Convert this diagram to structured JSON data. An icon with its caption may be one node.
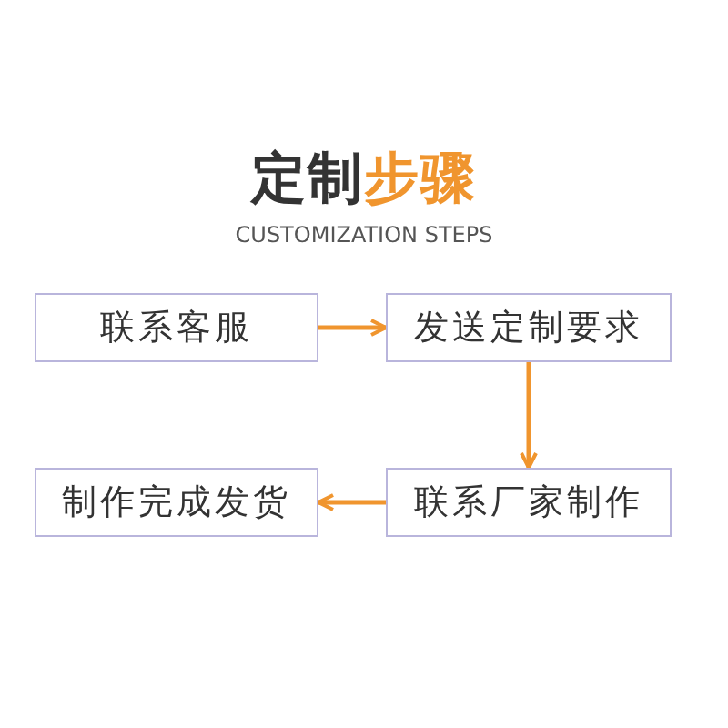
{
  "diagram": {
    "title": "定制步骤",
    "nodes": [
      {
        "text": [
          "联系客服"
        ]
      },
      {
        "text": [
          "发送定制要求"
        ]
      },
      {
        "text": [
          "联系厂家制作"
        ]
      },
      {
        "text": [
          "制作完成发货"
        ]
      }
    ],
    "edges": [
      {
        "from": 0,
        "to": 1,
        "arrow": "to"
      },
      {
        "from": 1,
        "to": 2,
        "arrow": "to"
      },
      {
        "from": 2,
        "to": 3,
        "arrow": "to"
      }
    ],
    "labels": [
      "CUSTOMIZATION STEPS"
    ]
  }
}
